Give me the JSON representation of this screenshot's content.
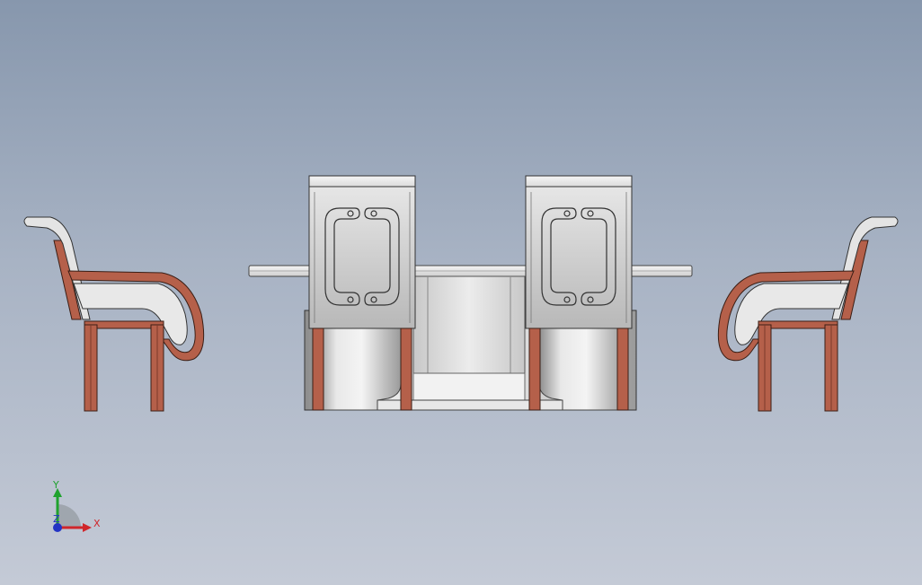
{
  "viewport": {
    "background_top": "#8797ad",
    "background_bottom": "#c4cad6"
  },
  "triad": {
    "x_label": "X",
    "y_label": "Y",
    "z_label": "Z",
    "x_color": "#d0262b",
    "y_color": "#1fa22e",
    "z_color": "#2334c4"
  },
  "model": {
    "chair_color": "#b5604a",
    "chair_dark": "#7a3a2a",
    "seat_light": "#e2e2e2",
    "metal_light": "#d8d8d8",
    "metal_dark": "#8a8a8a"
  }
}
